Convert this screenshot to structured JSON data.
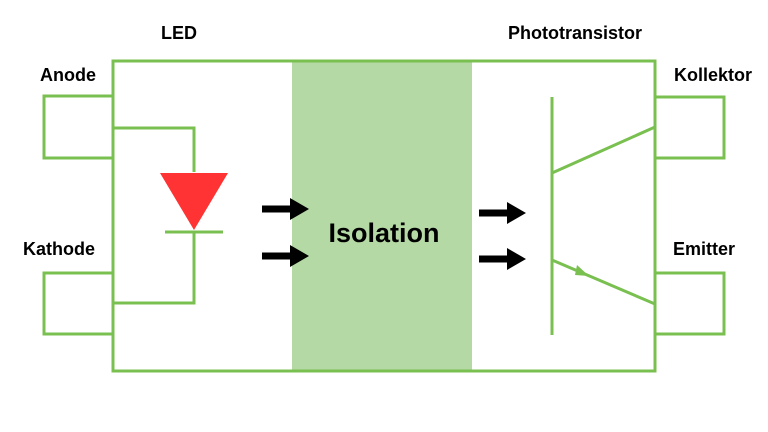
{
  "labels": {
    "led": "LED",
    "phototransistor": "Phototransistor",
    "anode": "Anode",
    "kathode": "Kathode",
    "kollektor": "Kollektor",
    "emitter": "Emitter",
    "isolation": "Isolation"
  },
  "colors": {
    "wire": "#79c050",
    "isolation_fill": "#b5d9a4",
    "led_triangle": "#ff3333",
    "arrows": "#000000",
    "text": "#000000"
  },
  "icons": {
    "led": "led-diode-symbol",
    "transistor": "phototransistor-symbol",
    "light_arrows": "arrow-right-icon"
  }
}
